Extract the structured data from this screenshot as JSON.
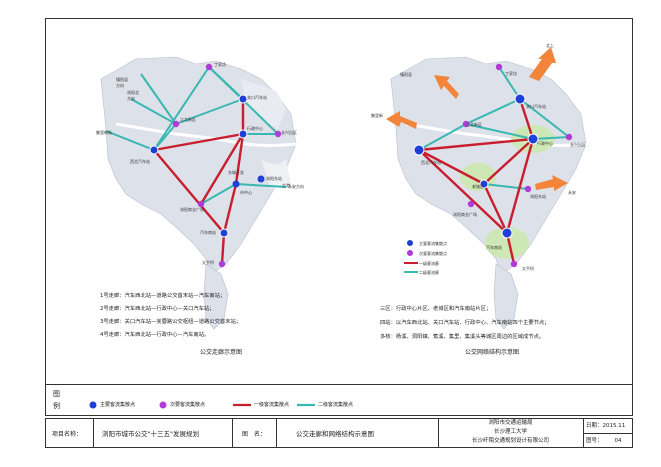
{
  "left_map": {
    "caption": "公交走廊示意图",
    "labels": {
      "lianyuan": "镇阳县\n方向",
      "dingjiafang": "丁家坊",
      "liuyangbei": "浏阳北\n方向",
      "jiangbei": "江北新区",
      "guanqiao": "关口汽车站",
      "ankang": "长兴出区",
      "fangzi": "集里新街",
      "xingzheng": "行政中心",
      "xiliu": "西北汽车站",
      "gucheng": "古港",
      "chengdong": "东城开发",
      "mall": "浏阳商业广场",
      "shizhong": "市中心",
      "station": "浏阳东站",
      "south": "汽车南站",
      "taiping": "太平桥",
      "yonghe": "永安方向"
    },
    "desc": [
      "1号走廊：汽车西北站—道路公交首末站—汽车南站；",
      "2号走廊：汽车西北站—行政中心—关口汽车站；",
      "3号走廊：关口汽车站—芙蓉路公交枢纽—道路公交首末站；",
      "4号走廊：汽车西北站—行政中心—汽车南站。"
    ]
  },
  "right_map": {
    "caption": "公交网络结构示意图",
    "arrows": {
      "north": "北上",
      "northwest": "镇阳县",
      "west": "集里新",
      "east": "永安",
      "ne_label": "丁家坊"
    },
    "labels": {
      "dingjiafang": "丁家坊",
      "guanqiao": "关口汽车站",
      "jiangbei": "江北新区",
      "xingzheng": "行政中心",
      "ankang": "长兴出区",
      "xiliu": "西北汽车站",
      "laocheng": "老城区",
      "east": "浏阳东站",
      "mall": "浏阳商业广场",
      "south": "汽车南站",
      "taiping": "太平桥"
    },
    "legend": [
      "主要客流集散点",
      "次要客流集散点",
      "一级客流廊",
      "二级客流廊"
    ],
    "desc": [
      "三区：行政中心片区、老城区和汽车南站片区；",
      "四站：以汽车西北站、关口汽车站、行政中心、汽车南站四个主要节点；",
      "多核：杨溪、洞阳镇、蕉溪、集里、集溪头等城区周边的区域成节点。"
    ]
  },
  "legend": {
    "title": "图\n例",
    "items": [
      "主要客流集散点",
      "次要客流集散点",
      "一级客流集散点",
      "二级客流集散点"
    ]
  },
  "titleblock": {
    "project_label": "项目名称：",
    "project_name": "浏阳市城市公交\"十三五\"发展规划",
    "drawing_label": "图　名：",
    "drawing_name": "公交走廊和网络结构示意图",
    "org1": "浏阳市交通运输局",
    "org2": "长沙理工大学",
    "org3": "长沙纤陌交通规划设计有限公司",
    "date_label": "日期：",
    "date_value": "2015.11",
    "figno_label": "图号：",
    "figno_value": "04"
  },
  "colors": {
    "primary_node": "#1f3fd6",
    "secondary_node": "#b13bd6",
    "level1_line": "#c81e2e",
    "level2_line": "#38b8b0",
    "water": "#ffffff",
    "land": "#d9dde6",
    "arrow": "#f2853a"
  }
}
